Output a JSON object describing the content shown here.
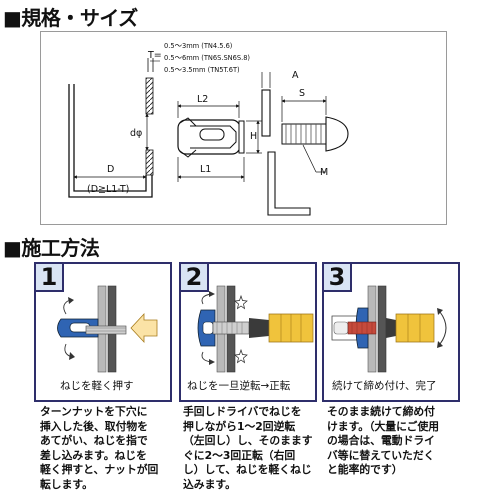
{
  "spec_section": {
    "heading": "■規格・サイズ",
    "thickness_symbol": "T=",
    "thickness_ranges": [
      "0.5～3mm (TN4.5.6)",
      "0.5～6mm (TN6S.SN6S.8)",
      "0.5～3.5mm (TN5T.6T)"
    ],
    "labels": {
      "A": "A",
      "L2": "L2",
      "S": "S",
      "dphi": "dφ",
      "H": "H",
      "D": "D",
      "L1": "L1",
      "M": "M",
      "condition": "(D≧L1-T)"
    }
  },
  "method_section": {
    "heading": "■施工方法",
    "steps": [
      {
        "number": "1",
        "caption": "ねじを軽く押す",
        "description": [
          "ターンナットを下穴に",
          "挿入した後、取付物を",
          "あてがい、ねじを指で",
          "差し込みます。ねじを",
          "軽く押すと、ナットが回",
          "転します。"
        ]
      },
      {
        "number": "2",
        "caption": "ねじを一旦逆転→正転",
        "description": [
          "手回しドライバでねじを",
          "押しながら1～2回逆転",
          "（左回し）し、そのまます",
          "ぐに2～3回正転（右回",
          "し）して、ねじを軽くねじ",
          "込みます。"
        ]
      },
      {
        "number": "3",
        "caption": "続けて締め付け、完了",
        "description": [
          "そのまま続けて締め付",
          "けます。（大量にご使用",
          "の場合は、電動ドライ",
          "バ等に替えていただく",
          "と能率的です）"
        ]
      }
    ]
  }
}
